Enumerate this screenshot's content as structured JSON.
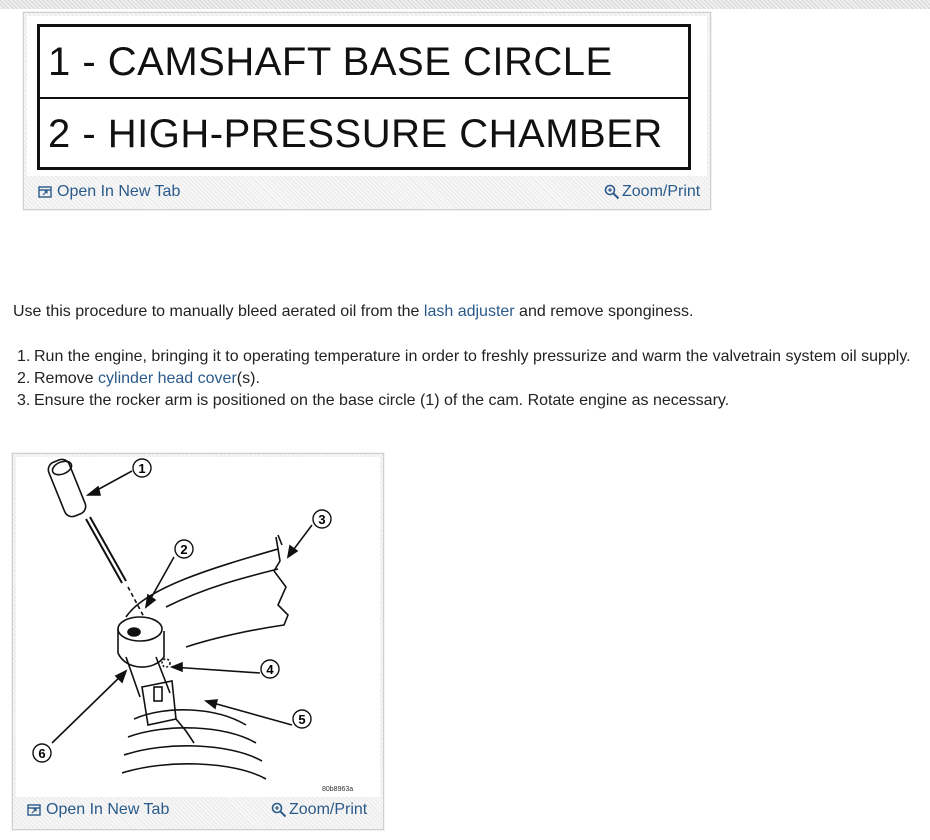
{
  "figure1": {
    "legend": [
      {
        "text": "1 - CAMSHAFT BASE CIRCLE"
      },
      {
        "text": "2 - HIGH-PRESSURE CHAMBER"
      }
    ],
    "open_tab_label": "Open In New Tab",
    "zoom_label": "Zoom/Print"
  },
  "intro": {
    "before": "Use this procedure to manually bleed aerated oil from the ",
    "link": "lash adjuster",
    "after": " and remove sponginess."
  },
  "steps": [
    {
      "num": "1.",
      "text": "Run the engine, bringing it to operating temperature in order to freshly pressurize and warm the valvetrain system oil supply."
    },
    {
      "num": "2.",
      "before": "Remove ",
      "link": "cylinder head cover",
      "after": "(s)."
    },
    {
      "num": "3.",
      "text": "Ensure the rocker arm is positioned on the base circle (1) of the cam. Rotate engine as necessary."
    }
  ],
  "figure2": {
    "callouts": [
      "1",
      "2",
      "3",
      "4",
      "5",
      "6"
    ],
    "figure_code": "80b8963a",
    "open_tab_label": "Open In New Tab",
    "zoom_label": "Zoom/Print"
  },
  "colors": {
    "link": "#2a5a8a",
    "text": "#222222"
  }
}
